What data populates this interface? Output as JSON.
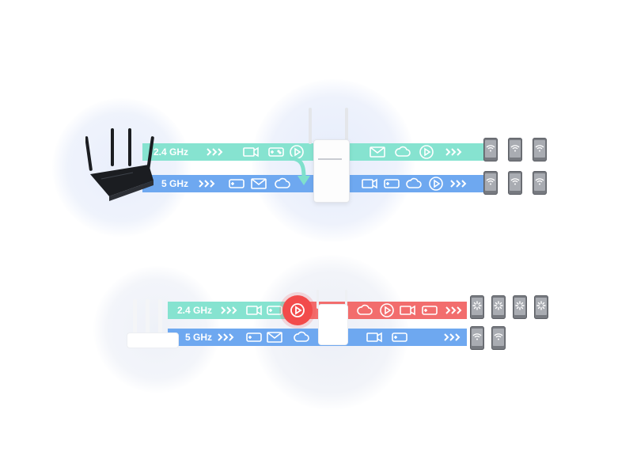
{
  "top": {
    "bands": {
      "band24": {
        "label": "2.4 GHz",
        "color": "#7fe0cc"
      },
      "band5": {
        "label": "5 GHz",
        "color": "#6aa8f2"
      }
    }
  },
  "bottom": {
    "bands": {
      "band24": {
        "label": "2.4 GHz",
        "color": "#7fe0cc",
        "congested_color": "#f26a6a"
      },
      "band5": {
        "label": "5 GHz",
        "color": "#6aa8f2"
      }
    }
  },
  "icons": [
    "camera-icon",
    "gamepad-icon",
    "play-icon",
    "mail-icon",
    "cloud-upload-icon",
    "wifi-icon",
    "loading-icon"
  ],
  "colors": {
    "halo": "#e8eefb",
    "device_gray": "#777a80",
    "congestion_red": "#f04f4f"
  }
}
